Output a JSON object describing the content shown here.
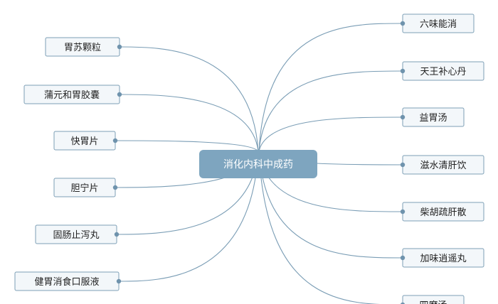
{
  "colors": {
    "center_fill": "#7ea5bf",
    "line": "#7a9db5",
    "node_fill": "#f3f7fa",
    "node_border": "#7d9fb6"
  },
  "diagram": {
    "center": {
      "label": "消化内科中成药"
    },
    "left_nodes": [
      {
        "label": "胃苏颗粒"
      },
      {
        "label": "蒲元和胃胶囊"
      },
      {
        "label": "快胃片"
      },
      {
        "label": "胆宁片"
      },
      {
        "label": "固肠止泻丸"
      },
      {
        "label": "健胃消食口服液"
      }
    ],
    "right_nodes": [
      {
        "label": "六味能消"
      },
      {
        "label": "天王补心丹"
      },
      {
        "label": "益胃汤"
      },
      {
        "label": "滋水清肝饮"
      },
      {
        "label": "柴胡疏肝散"
      },
      {
        "label": "加味逍遥丸"
      },
      {
        "label": "四磨汤"
      }
    ]
  }
}
